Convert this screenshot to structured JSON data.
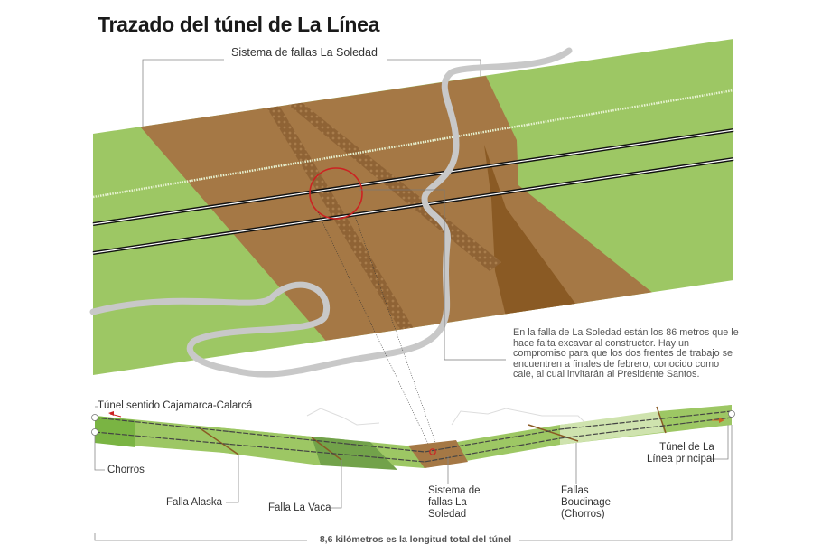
{
  "title": "Trazado del túnel de La Línea",
  "top_diagram": {
    "label": "Sistema de fallas La Soledad",
    "note": "En la falla de La Soledad están los 86 metros que le  hace falta  excavar al constructor. Hay un compromiso para que los dos frentes de trabajo se encuentren a finales de febrero, conocido como cale, al cual invitarán al Presidente Santos.",
    "colors": {
      "green": "#9dc764",
      "brown": "#a57845",
      "dark_brown": "#8a5a24",
      "road": "#c8c8c8",
      "highlight_circle": "#cc2222"
    }
  },
  "bottom_diagram": {
    "labels": {
      "tunnel_direction": "Túnel sentido Cajamarca-Calarcá",
      "chorros": "Chorros",
      "falla_alaska": "Falla Alaska",
      "falla_la_vaca": "Falla La Vaca",
      "sistema_soledad": "Sistema de fallas La Soledad",
      "sistema_soledad_lines": [
        "Sistema de",
        "fallas La",
        "Soledad"
      ],
      "boudinage_lines": [
        "Fallas",
        "Boudinage",
        "(Chorros)"
      ],
      "main_tunnel_lines": [
        "Túnel de La",
        "Línea principal"
      ]
    },
    "footer": "8,6 kilómetros es la longitud total del túnel"
  }
}
